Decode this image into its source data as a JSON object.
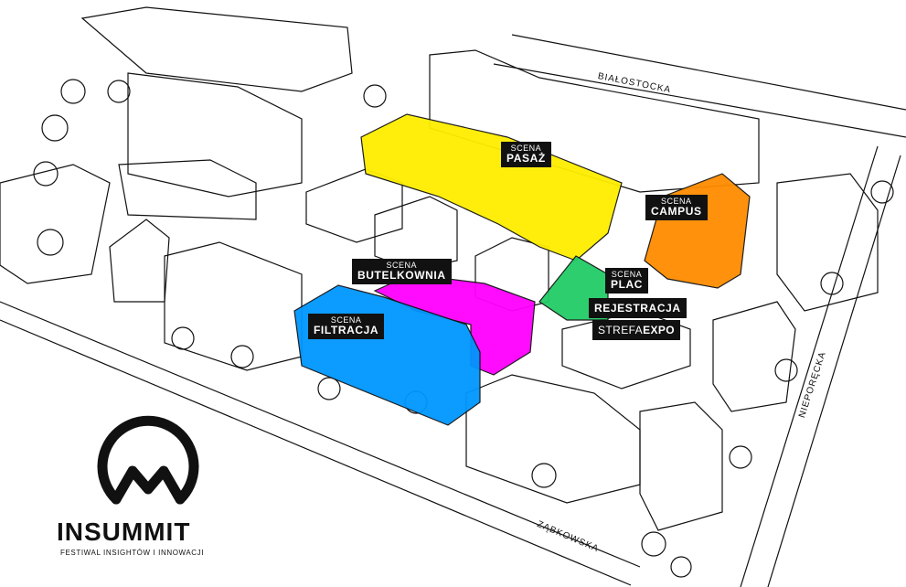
{
  "colors": {
    "pasaz": "#ffee00",
    "campus": "#ff8c00",
    "butelkownia": "#ff00ff",
    "filtracja": "#0096ff",
    "plac": "#22cc66",
    "label_bg": "#111111",
    "outline": "#111111"
  },
  "venues": [
    {
      "key": "pasaz",
      "sub": "SCENA",
      "main": "PASAŻ"
    },
    {
      "key": "campus",
      "sub": "SCENA",
      "main": "CAMPUS"
    },
    {
      "key": "butelkownia",
      "sub": "SCENA",
      "main": "BUTELKOWNIA"
    },
    {
      "key": "filtracja",
      "sub": "SCENA",
      "main": "FILTRACJA"
    },
    {
      "key": "plac",
      "sub": "SCENA",
      "main": "PLAC"
    }
  ],
  "labels": {
    "rejestracja": "REJESTRACJA",
    "strefa": "STREFA",
    "expo": "EXPO"
  },
  "streets": {
    "bialostocka": "BIAŁOSTOCKA",
    "zabkowska": "ZĄBKOWSKA",
    "nieporecka": "NIEPORĘCKA"
  },
  "logo": {
    "name": "INSUMMIT",
    "tagline": "FESTIWAL INSIGHTÓW I INNOWACJI",
    "icon": "insummit-logo-icon"
  }
}
